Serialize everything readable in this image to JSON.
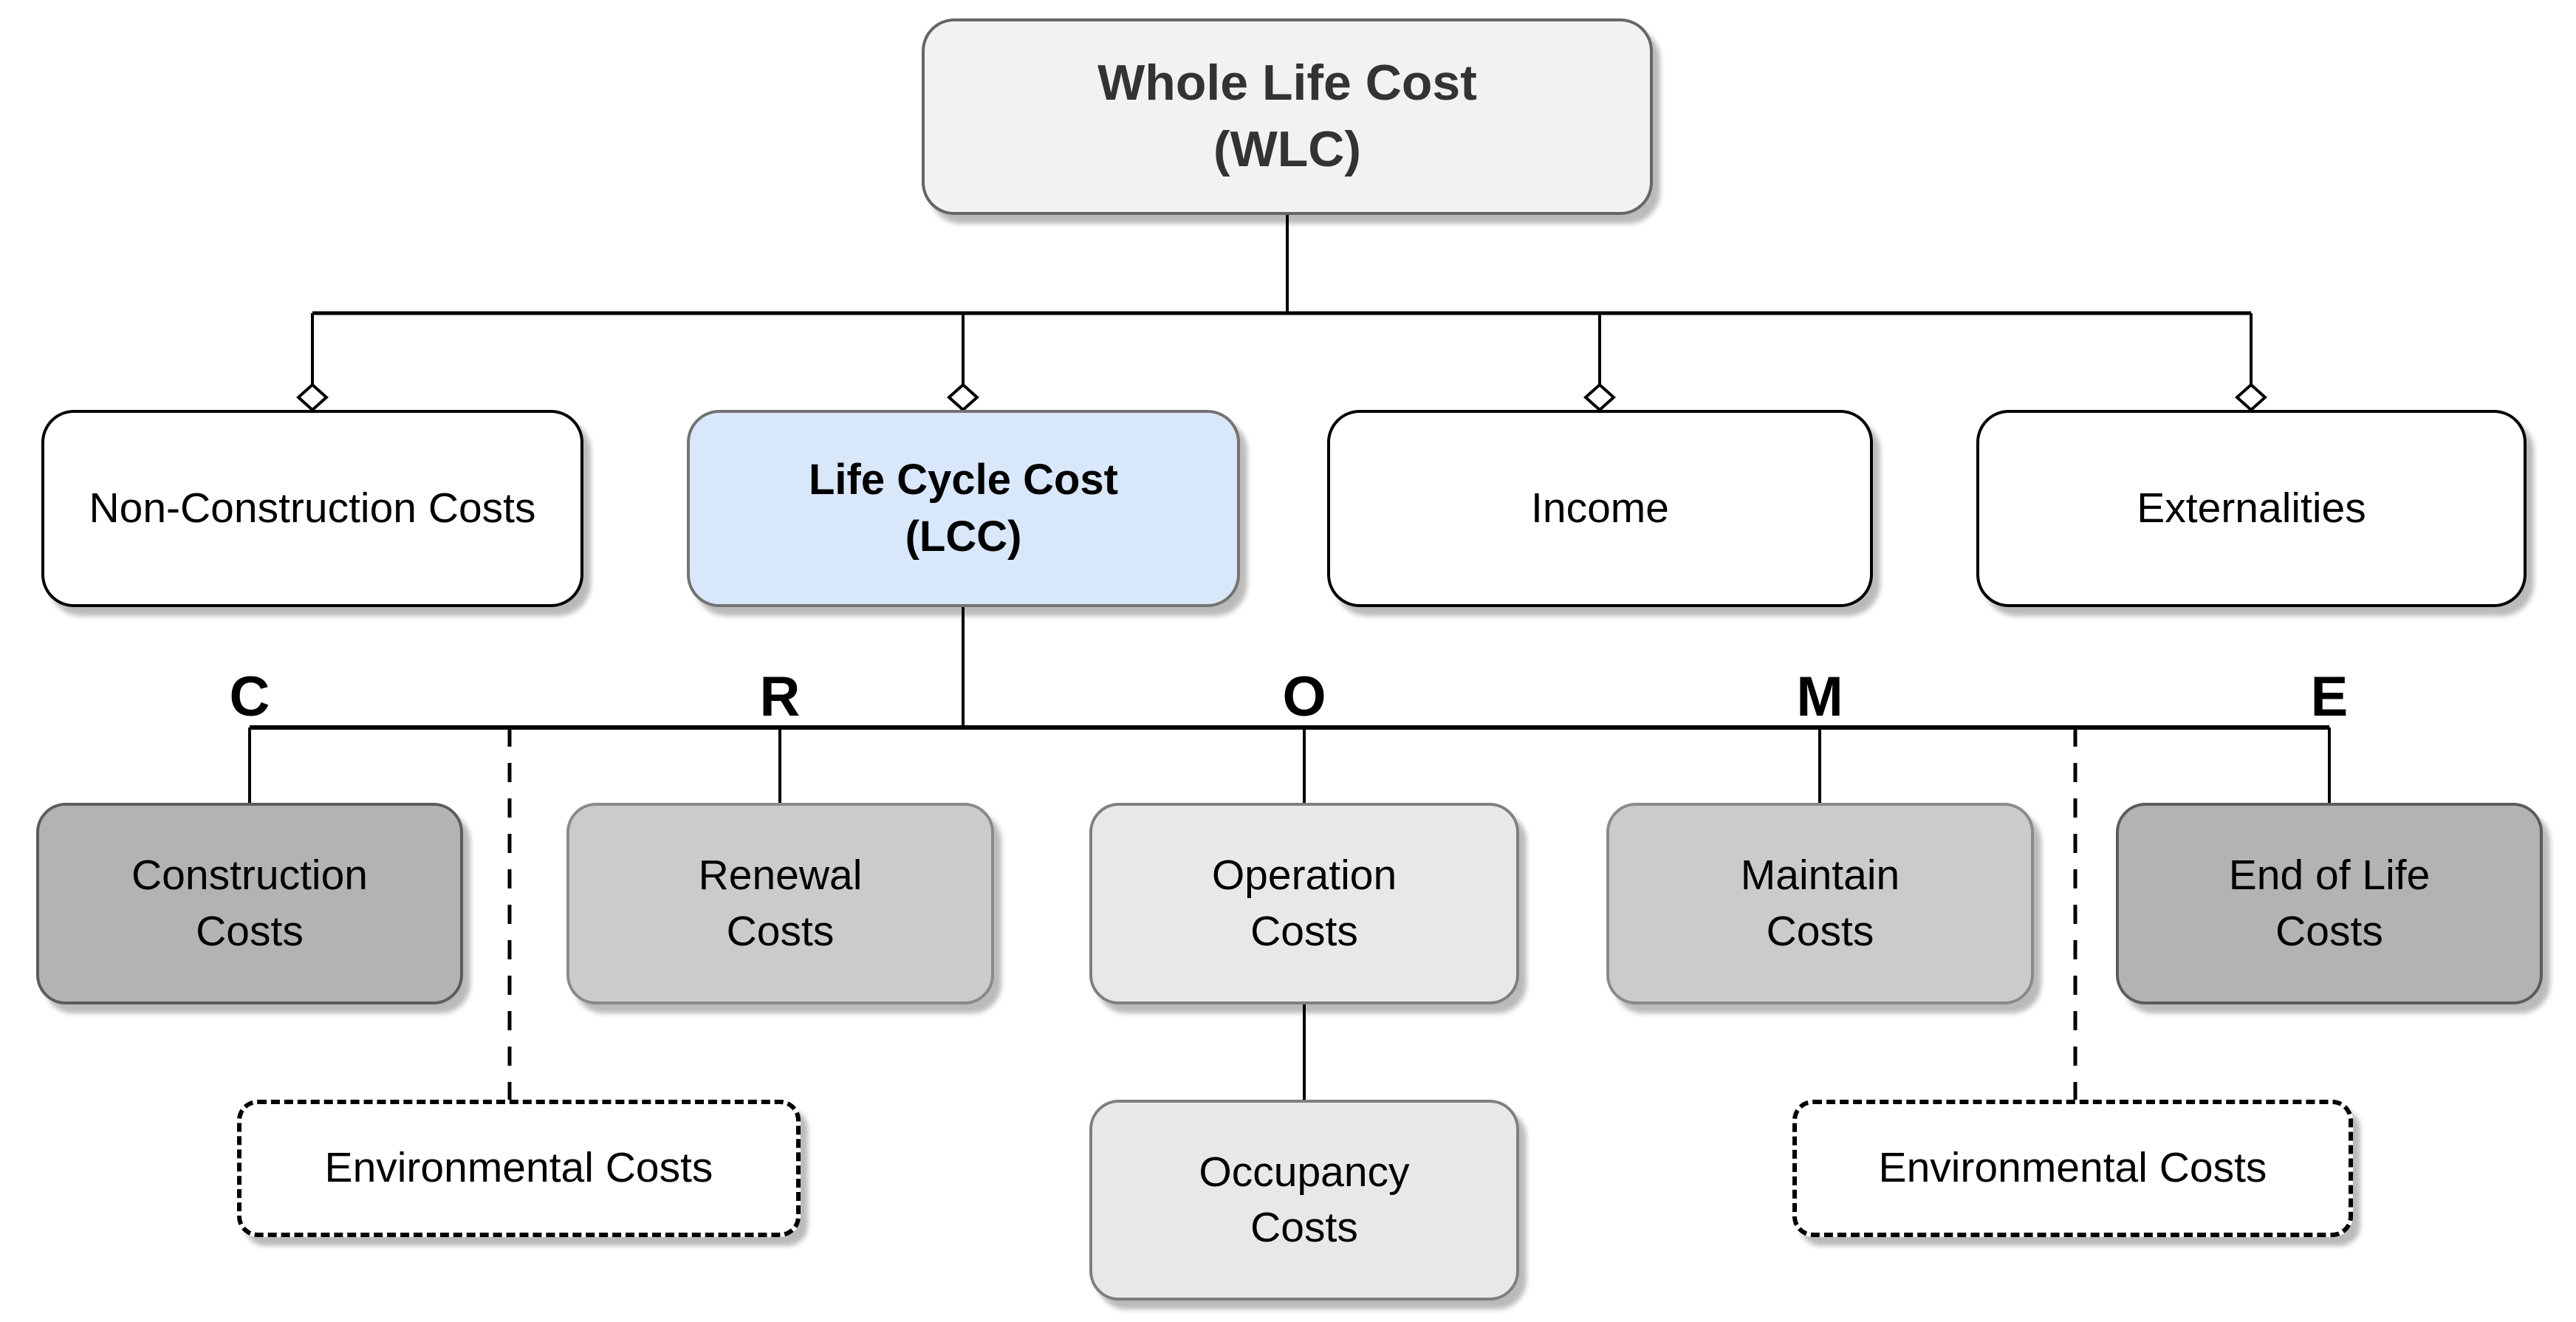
{
  "title": {
    "line1": "Whole Life Cost",
    "line2": "(WLC)"
  },
  "level2": [
    {
      "label": "Non-Construction Costs"
    },
    {
      "line1": "Life Cycle Cost",
      "line2": "(LCC)"
    },
    {
      "label": "Income"
    },
    {
      "label": "Externalities"
    }
  ],
  "lcc_letters": [
    "C",
    "R",
    "O",
    "M",
    "E"
  ],
  "level3": [
    {
      "line1": "Construction",
      "line2": "Costs"
    },
    {
      "line1": "Renewal",
      "line2": "Costs"
    },
    {
      "line1": "Operation",
      "line2": "Costs"
    },
    {
      "line1": "Maintain",
      "line2": "Costs"
    },
    {
      "line1": "End of Life",
      "line2": "Costs"
    }
  ],
  "sub_nodes": {
    "environmental_left": {
      "label": "Environmental Costs"
    },
    "environmental_right": {
      "label": "Environmental Costs"
    },
    "occupancy": {
      "line1": "Occupancy",
      "line2": "Costs"
    }
  },
  "colors": {
    "root_fill": "#f2f2f2",
    "lcc_fill": "#d9e7fa",
    "white_fill": "#ffffff",
    "dark_gray_fill": "#b3b3b3",
    "mid_gray_fill": "#cbcbcb",
    "light_gray_fill": "#e8e8e8",
    "line": "#000000"
  }
}
